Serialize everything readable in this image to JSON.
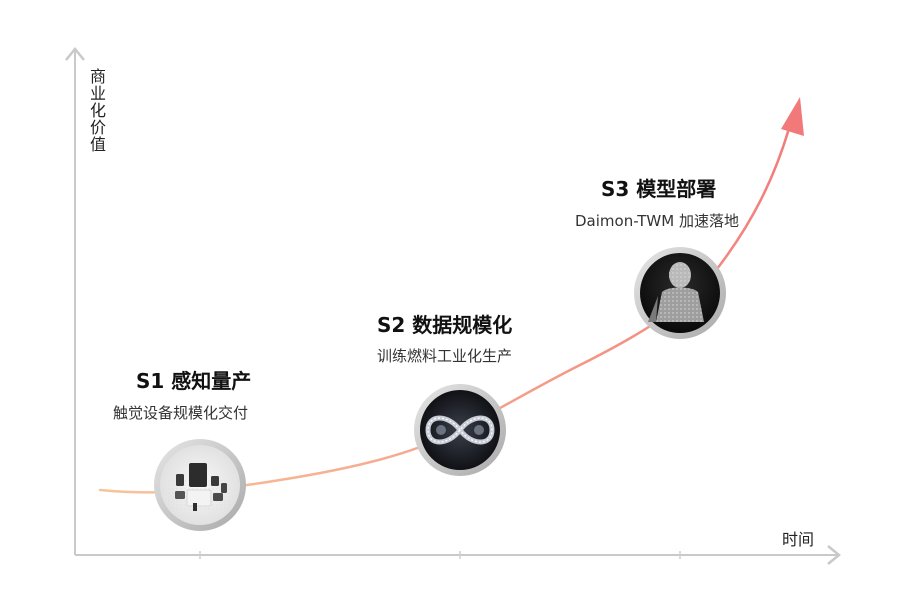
{
  "axes": {
    "y_label": "商业化价值",
    "x_label": "时间"
  },
  "stages": [
    {
      "title": "S1 感知量产",
      "description": "触觉设备规模化交付",
      "image": "tactile-devices-icon"
    },
    {
      "title": "S2 数据规模化",
      "description": "训练燃料工业化生产",
      "image": "data-infinity-icon"
    },
    {
      "title": "S3 模型部署",
      "description": "Daimon-TWM 加速落地",
      "image": "humanoid-figure-icon"
    }
  ],
  "colors": {
    "curve_start": "#f7c49a",
    "curve_end": "#f2797a",
    "axis": "#c9c9c9"
  }
}
